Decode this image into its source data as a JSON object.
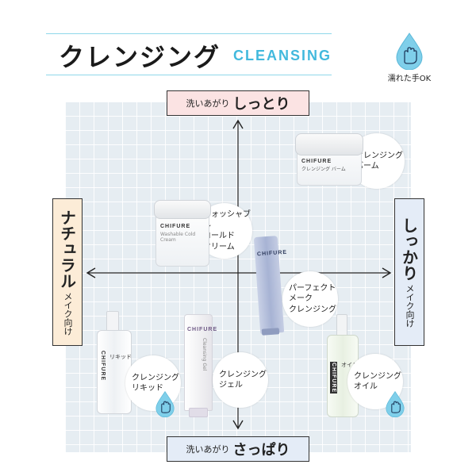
{
  "header": {
    "title_jp": "クレンジング",
    "title_en": "CLEANSING",
    "wet_ok_label": "濡れた手OK"
  },
  "axes": {
    "top": {
      "small": "洗いあがり",
      "big": "しっとり"
    },
    "bottom": {
      "small": "洗いあがり",
      "big": "さっぱり"
    },
    "left": {
      "big": "ナチュラル",
      "small": "メイク向け"
    },
    "right": {
      "big": "しっかり",
      "small": "メイク向け"
    }
  },
  "products": [
    {
      "id": "balm",
      "name_lines": [
        "クレンジング",
        "バーム"
      ],
      "brand": "CHIFURE",
      "pkg_text": "クレンジング バーム",
      "wet_ok": false
    },
    {
      "id": "cold-cream",
      "name_lines": [
        "ウォッシャブル",
        "コールド",
        "クリーム"
      ],
      "brand": "CHIFURE",
      "pkg_text": "Washable Cold Cream",
      "wet_ok": false
    },
    {
      "id": "perfect-make",
      "name_lines": [
        "パーフェクト",
        "メーク",
        "クレンジング"
      ],
      "brand": "CHIFURE",
      "pkg_text": "",
      "wet_ok": false
    },
    {
      "id": "liquid",
      "name_lines": [
        "クレンジング",
        "リキッド"
      ],
      "brand": "CHIFURE",
      "pkg_text": "リキッド",
      "wet_ok": true
    },
    {
      "id": "gel",
      "name_lines": [
        "クレンジング",
        "ジェル"
      ],
      "brand": "CHIFURE",
      "pkg_text": "Cleansing Gel",
      "wet_ok": false
    },
    {
      "id": "oil",
      "name_lines": [
        "クレンジング",
        "オイル"
      ],
      "brand": "CHIFURE",
      "pkg_text": "オイル",
      "wet_ok": true
    }
  ],
  "colors": {
    "accent": "#42b9dd",
    "grid_bg": "#e6edf2",
    "label_top_bg": "#fbe3e3",
    "label_left_bg": "#fcecd7",
    "label_right_bg": "#e4ecf7",
    "label_bottom_bg": "#e4ecf7",
    "drop_fill": "#7fcfea"
  }
}
